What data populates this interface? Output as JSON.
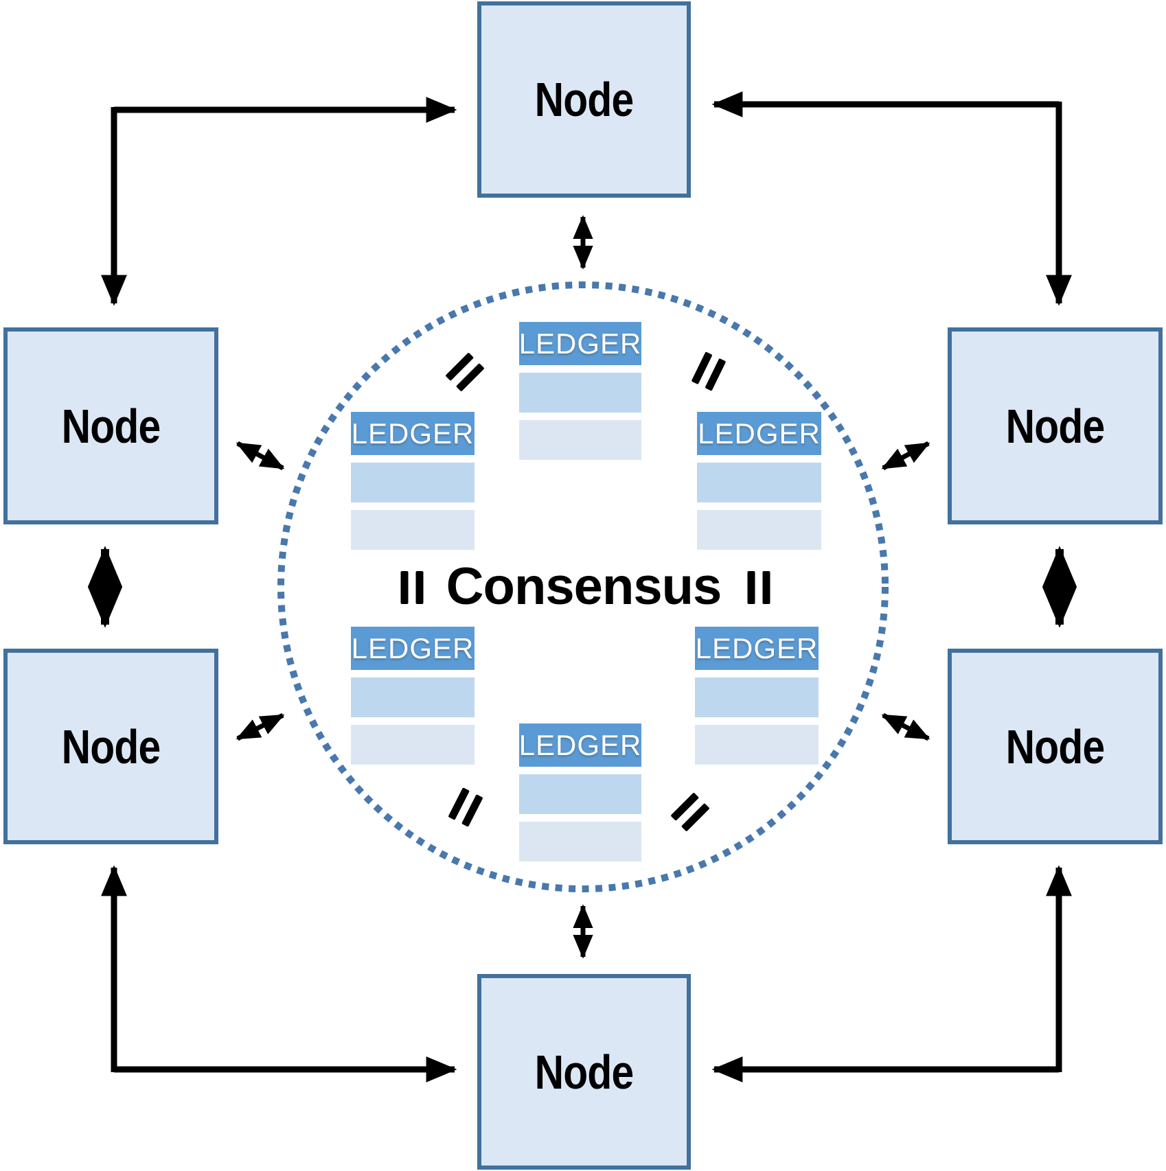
{
  "diagram": {
    "title_hint": "peer-to-peer consensus network",
    "consensus_label": "Consensus",
    "nodes": [
      {
        "id": "top",
        "label": "Node"
      },
      {
        "id": "upper-left",
        "label": "Node"
      },
      {
        "id": "upper-right",
        "label": "Node"
      },
      {
        "id": "lower-left",
        "label": "Node"
      },
      {
        "id": "lower-right",
        "label": "Node"
      },
      {
        "id": "bottom",
        "label": "Node"
      }
    ],
    "ledgers": [
      {
        "position": "top",
        "label": "LEDGER"
      },
      {
        "position": "upper-left",
        "label": "LEDGER"
      },
      {
        "position": "upper-right",
        "label": "LEDGER"
      },
      {
        "position": "lower-left",
        "label": "LEDGER"
      },
      {
        "position": "lower-right",
        "label": "LEDGER"
      },
      {
        "position": "bottom",
        "label": "LEDGER"
      }
    ],
    "colors": {
      "node_fill": "#dce7f5",
      "node_border": "#41719c",
      "ledger_header": "#5b9bd5",
      "ledger_row_primary": "#bdd7ee",
      "ledger_row_secondary": "#dce6f2",
      "circle_dotted": "#4878ad",
      "connector": "#000000"
    }
  }
}
